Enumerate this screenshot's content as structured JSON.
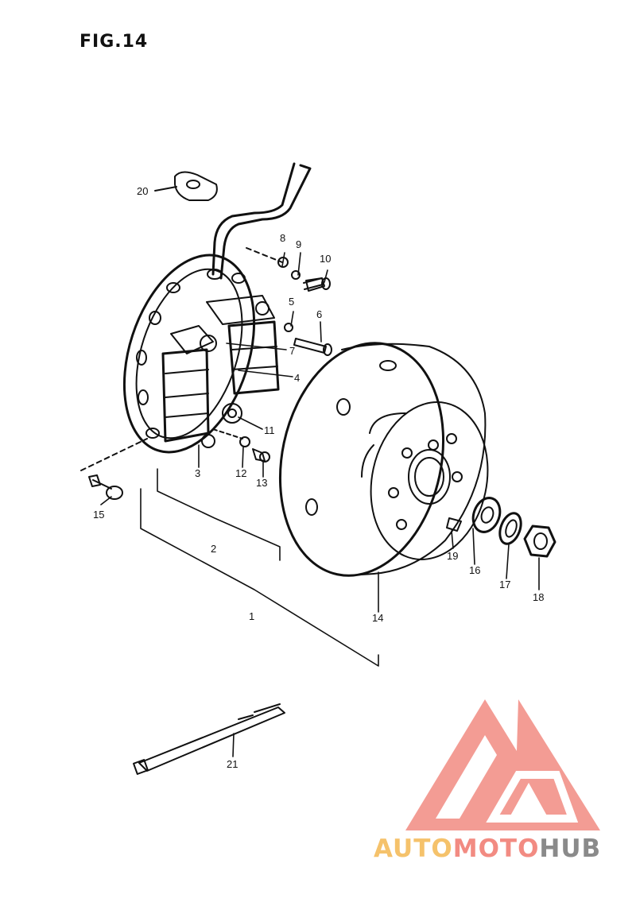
{
  "figure": {
    "title": "FIG.14"
  },
  "callouts": [
    "1",
    "2",
    "3",
    "4",
    "5",
    "6",
    "7",
    "8",
    "9",
    "10",
    "11",
    "12",
    "13",
    "14",
    "15",
    "16",
    "17",
    "18",
    "19",
    "20",
    "21"
  ],
  "watermark": {
    "part_auto": "AUTO",
    "part_moto": "MOTO",
    "part_hub": "HUB",
    "colors": {
      "auto": "#f5c26b",
      "moto": "#f28b82",
      "hub": "#8a8a8a",
      "logo": "#f28b82"
    }
  }
}
